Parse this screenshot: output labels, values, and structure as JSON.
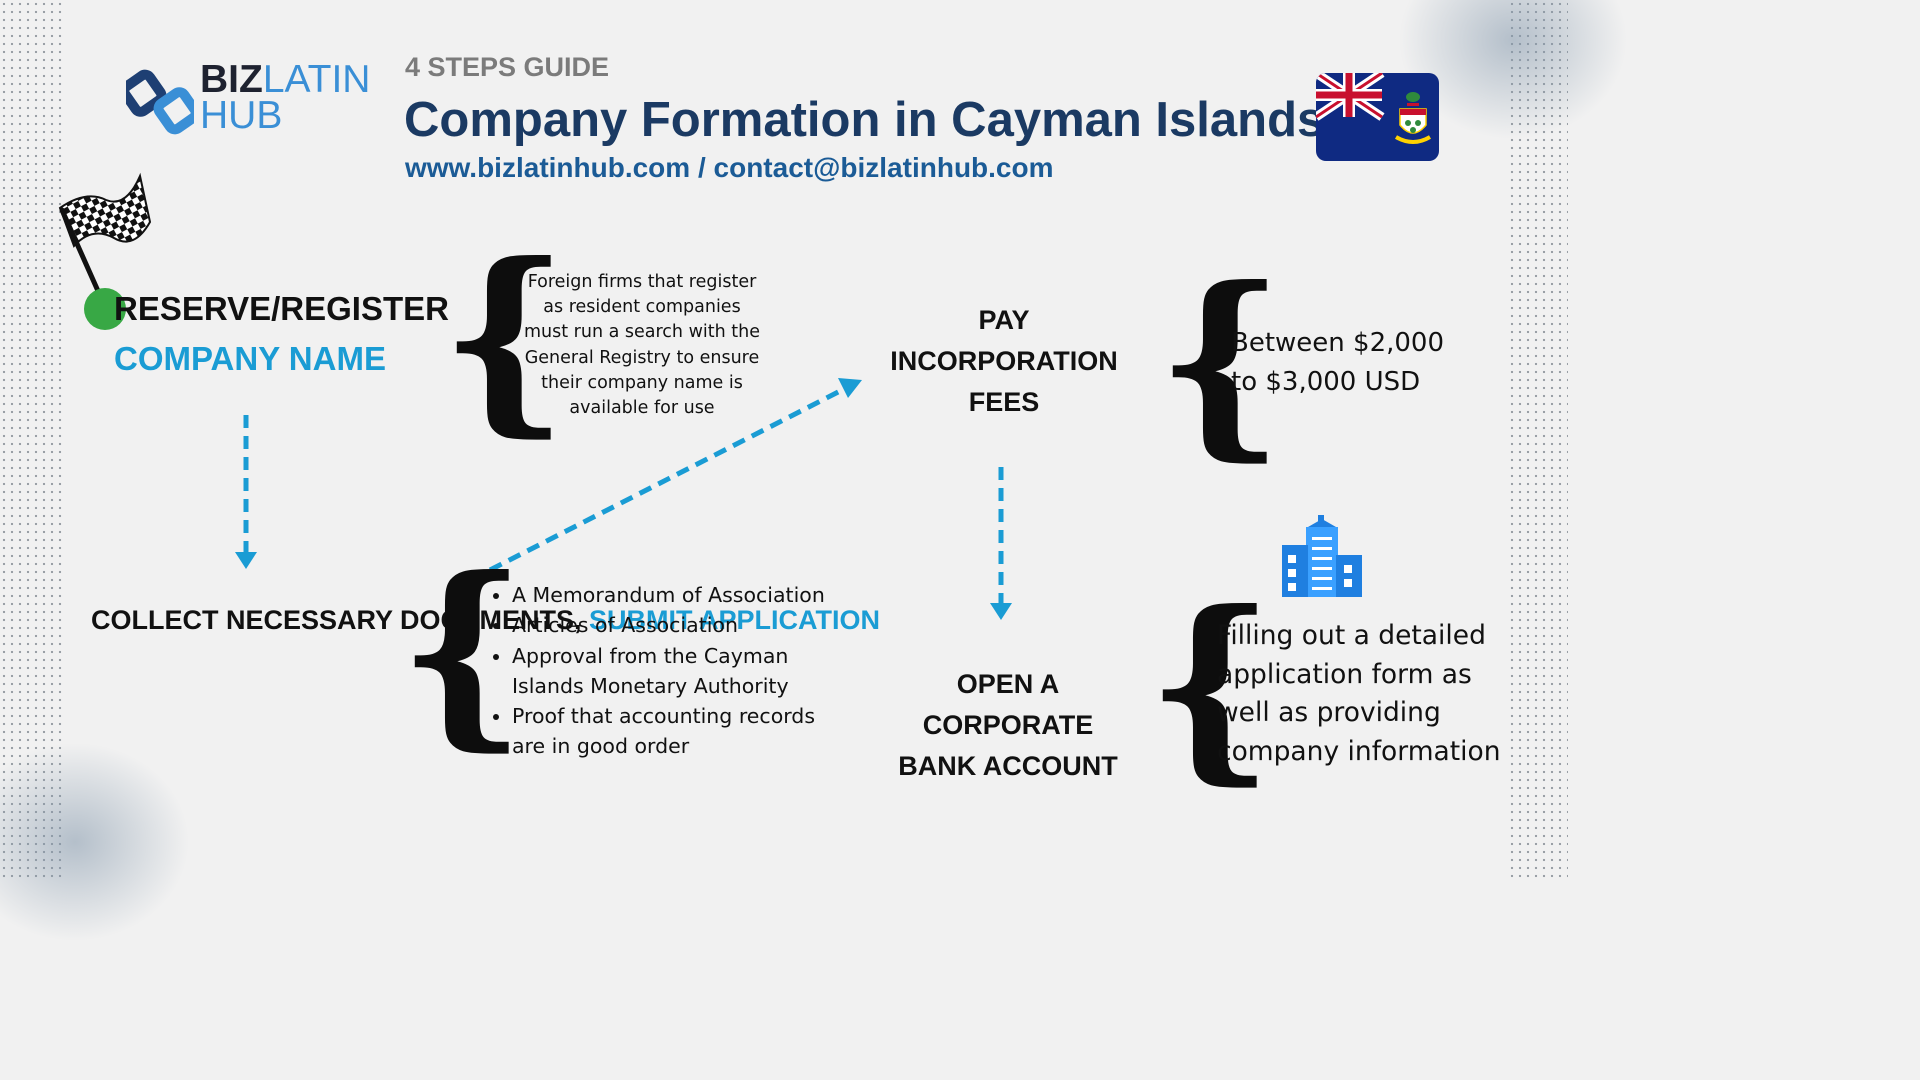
{
  "header": {
    "logo": {
      "biz": "BIZ",
      "latin": "LATIN",
      "hub": "HUB"
    },
    "steps_guide": "4 STEPS GUIDE",
    "title": "Company Formation in Cayman Islands",
    "contact": "www.bizlatinhub.com / contact@bizlatinhub.com"
  },
  "steps": [
    {
      "title_line1": "RESERVE/REGISTER",
      "title_line2": "COMPANY NAME",
      "description": "Foreign firms that register as resident companies must run a search with the General Registry to ensure their company name is available for use"
    },
    {
      "title_part1": "COLLECT NECESSARY DOCUMENTS, ",
      "title_part2": "SUBMIT APPLICATION",
      "items": [
        "A Memorandum of Association",
        "Articles of Association",
        "Approval from the Cayman Islands Monetary Authority",
        "Proof that accounting records are in good order"
      ]
    },
    {
      "title": "PAY INCORPORATION FEES",
      "description": "Between $2,000 to $3,000 USD"
    },
    {
      "title": "OPEN A CORPORATE BANK ACCOUNT",
      "description": "Filling out a detailed application form as well as providing company information"
    }
  ],
  "icons": [
    "bizlatinhub-logo-icon",
    "cayman-islands-flag-icon",
    "checkered-flag-icon",
    "building-icon"
  ],
  "colors": {
    "accent_blue": "#1a9cd4",
    "title_navy": "#1b3a63",
    "contact_blue": "#1b5b96",
    "green_dot": "#38a845",
    "background": "#f1f1f1"
  },
  "braces": [
    "{",
    "{",
    "{",
    "{"
  ]
}
